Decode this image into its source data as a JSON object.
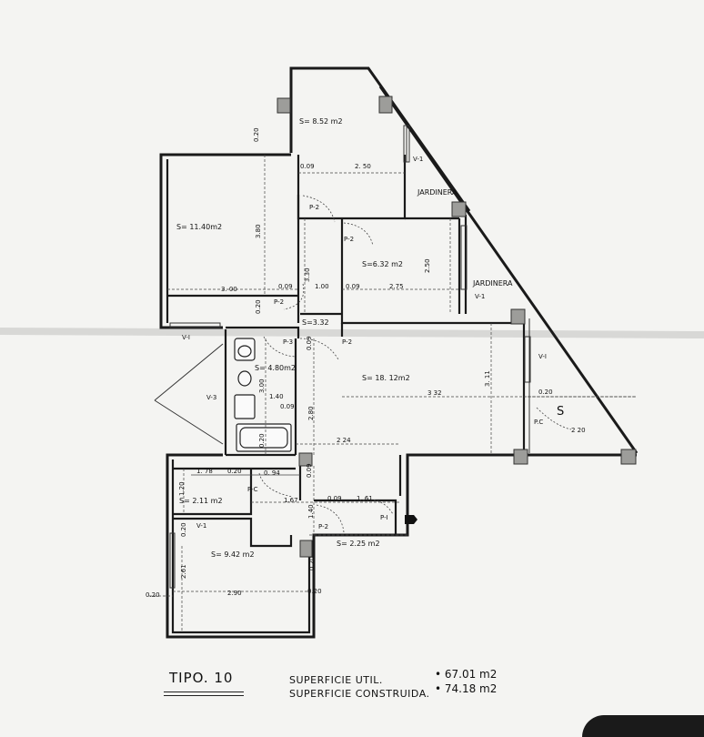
{
  "plan": {
    "areas": {
      "s852": "S= 8.52 m2",
      "s1140": "S= 11.40m2",
      "s632": "S=6.32 m2",
      "s332": "S=3.32",
      "s480": "S= 4.80m2",
      "s1812": "S= 18. 12m2",
      "s211": "S= 2.11 m2",
      "s942": "S= 9.42 m2",
      "s225": "S= 2.25 m2"
    },
    "labels": {
      "jardinera1": "JARDINERA",
      "jardinera2": "JARDINERA",
      "v1_top": "V-1",
      "v1_jard": "V-1",
      "v1_left": "V-I",
      "v1_right": "V-I",
      "v1_bottom": "V-1",
      "v3": "V-3",
      "p2_a": "P-2",
      "p2_b": "P-2",
      "p2_c": "P-2",
      "p2_d": "P-2",
      "p2_e": "P-2",
      "p3": "P-3",
      "pc_a": "P-C",
      "pc_b": "P.C",
      "p1": "P-I",
      "s_mark": "S"
    },
    "dims": {
      "d_009_top": "0.09",
      "d_250_top": "2. 50",
      "d_020_top": "0.20",
      "d_380": "3.80",
      "d_300": "3. 00",
      "d_009_mid": "0.09",
      "d_100": "1.00",
      "d_009_b": "0.09",
      "d_275": "2.75",
      "d_250_side": "2.50",
      "d_330": "3.30",
      "d_020_mid": "0.20",
      "d_009_v": "0.09",
      "d_140": "1.40",
      "d_009_c": "0.09",
      "d_300_v": "3.00",
      "d_280": "2.80",
      "d_020_bath": "0.20",
      "d_332": "3 32",
      "d_311": "3. 11",
      "d_020_right": "0.20",
      "d_220": "2 20",
      "d_224": "2 24",
      "d_178": "1. 78",
      "d_020_c": "0.20",
      "d_094": "0. 94",
      "d_120": "1.20",
      "d_167": "1.67",
      "d_009_d": "0.09",
      "d_161": "1. 61",
      "d_009_e": "0.09",
      "d_140_v": "1.40",
      "d_020_d": "0.20",
      "d_261": "2.61",
      "d_020_e": "0.20",
      "d_290": "2.90",
      "d_020_f": "0.20",
      "d_020_g": "0.20"
    }
  },
  "footer": {
    "tipo": "TIPO. 10",
    "sup_util_label": "SUPERFICIE UTIL.",
    "sup_util_value": "• 67.01 m2",
    "sup_const_label": "SUPERFICIE CONSTRUIDA.",
    "sup_const_value": "• 74.18 m2"
  }
}
